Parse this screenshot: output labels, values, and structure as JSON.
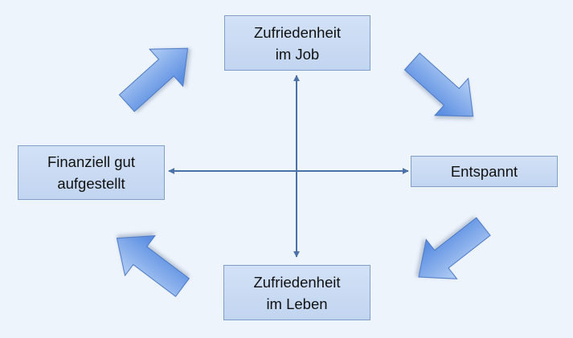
{
  "nodes": {
    "top": {
      "line1": "Zufriedenheit",
      "line2": "im Job"
    },
    "left": {
      "line1": "Finanziell gut",
      "line2": "aufgestellt"
    },
    "right": {
      "line1": "Entspannt"
    },
    "bottom": {
      "line1": "Zufriedenheit",
      "line2": "im Leben"
    }
  },
  "colors": {
    "background": "#eef4fc",
    "box_fill": "#c8daf3",
    "box_border": "#7f9fc8",
    "axis": "#4a72a8",
    "block_arrow_light": "#a9c7f2",
    "block_arrow_dark": "#5b8ee2",
    "block_arrow_outline": "#4a78c4"
  },
  "arrows": {
    "axes": [
      "double-headed-vertical",
      "double-headed-horizontal"
    ],
    "block_arrows": [
      "arrow-up-right",
      "arrow-down-right",
      "arrow-down-left",
      "arrow-up-left"
    ]
  }
}
